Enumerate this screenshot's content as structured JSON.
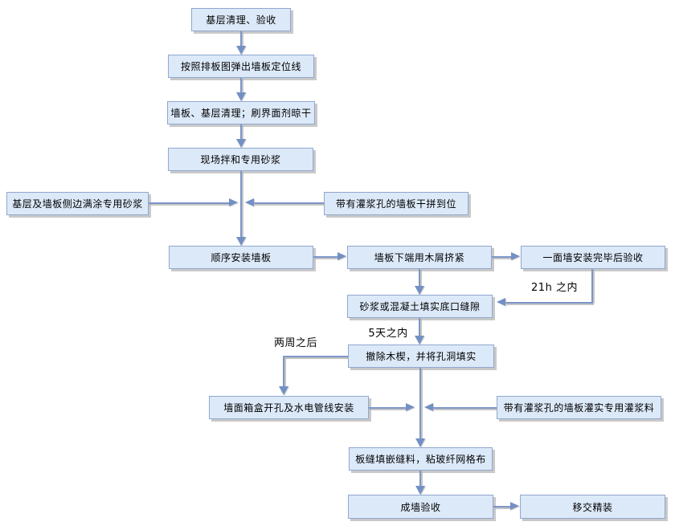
{
  "nodes": {
    "base_cleaning": "基层清理、验收",
    "layout_lines": "按照排板图弹出墙板定位线",
    "clean_primer": "墙板、基层清理；刷界面剂晾干",
    "site_mix_mortar": "现场拌和专用砂浆",
    "apply_mortar_sides": "基层及墙板侧边满涂专用砂浆",
    "dry_fit_panels": "带有灌浆孔的墙板干拼到位",
    "install_in_order": "顺序安装墙板",
    "wedge_bottom": "墙板下端用木屑挤紧",
    "wall_acceptance": "一面墙安装完毕后验收",
    "fill_bottom_gap": "砂浆或混凝土填实底口缝隙",
    "remove_wedges": "撤除木楔，并将孔洞填实",
    "boxes_conduits": "墙面箱盒开孔及水电管线安装",
    "grout_panels": "带有灌浆孔的墙板灌实专用灌浆料",
    "joint_filler_mesh": "板缝填嵌缝料，粘玻纤网格布",
    "final_acceptance": "成墙验收",
    "handover": "移交精装"
  },
  "edge_labels": {
    "within_21h": "21h 之内",
    "within_5_days": "5天之内",
    "after_two_weeks": "两周之后"
  },
  "colors": {
    "node_fill": "#dce9f9",
    "node_border": "#90a7cf",
    "connector": "#7d96c8",
    "arrowhead": "#7390c4",
    "shadow": "#c9c9c9",
    "text": "#000000",
    "background": "#ffffff"
  }
}
